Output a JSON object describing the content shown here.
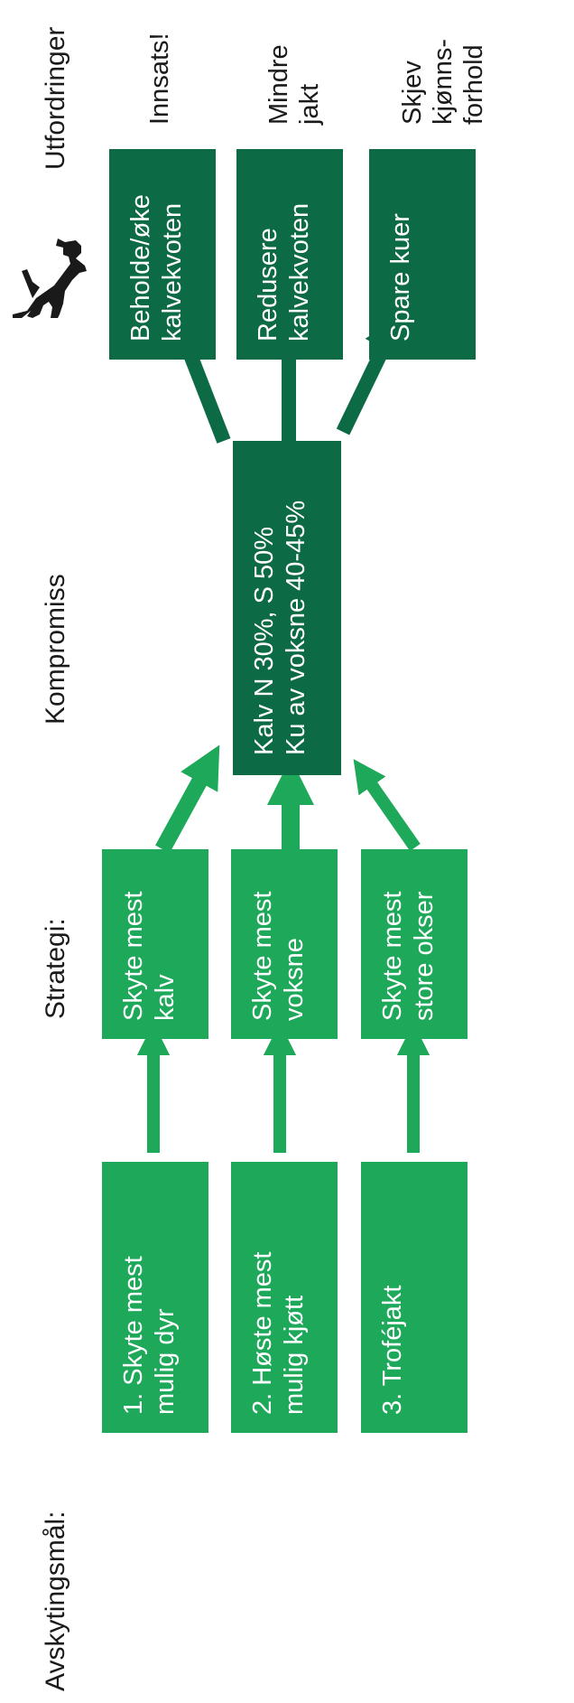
{
  "headers": {
    "goals": "Avskytingsmål:",
    "strategy": "Strategi:",
    "compromise": "Kompromiss",
    "challenges": "Utfordringer"
  },
  "goals": [
    {
      "line1": "1. Skyte mest",
      "line2": "mulig dyr"
    },
    {
      "line1": "2. Høste mest",
      "line2": "mulig kjøtt"
    },
    {
      "line1": "3. Troféjakt",
      "line2": ""
    }
  ],
  "strategies": [
    {
      "line1": "Skyte mest",
      "line2": "kalv"
    },
    {
      "line1": "Skyte mest",
      "line2": "voksne"
    },
    {
      "line1": "Skyte mest",
      "line2": "store okser"
    }
  ],
  "compromise": {
    "line1": "Kalv N 30%,  S 50%",
    "line2": "Ku av voksne 40-45%"
  },
  "measures": [
    {
      "line1": "Beholde/øke",
      "line2": "kalvekvoten"
    },
    {
      "line1": "Redusere",
      "line2": "kalvekvoten"
    },
    {
      "line1": "Spare kuer",
      "line2": ""
    }
  ],
  "challenges": [
    {
      "line1": "Innsats!",
      "line2": "",
      "line3": ""
    },
    {
      "line1": "Mindre",
      "line2": "jakt",
      "line3": ""
    },
    {
      "line1": "Skjev",
      "line2": "kjønns-",
      "line3": "forhold"
    }
  ],
  "colors": {
    "light_green": "#1ea859",
    "dark_green": "#0c6a45",
    "arrow": "#1ea859",
    "text": "#1a1a1a"
  },
  "icons": {
    "dog": "dog-silhouette-icon"
  }
}
